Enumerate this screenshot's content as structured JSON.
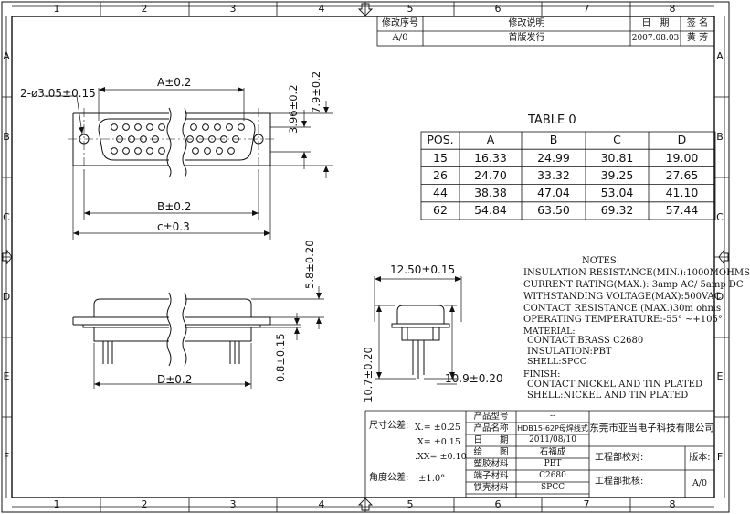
{
  "border": {
    "columns": [
      "1",
      "2",
      "3",
      "4",
      "5",
      "6",
      "7",
      "8"
    ],
    "rows": [
      "A",
      "B",
      "C",
      "D",
      "E",
      "F"
    ]
  },
  "revision": {
    "headers": [
      "修改序号",
      "修改说明",
      "日　期",
      "签 名"
    ],
    "row": [
      "A/0",
      "首版发行",
      "2007.08.03",
      "黄 芳"
    ]
  },
  "dimensions": {
    "holes": "2-ø3.05±0.15",
    "a": "A±0.2",
    "b": "B±0.2",
    "c": "c±0.3",
    "d": "D±0.2",
    "h396": "3.96±0.2",
    "h79": "7.9±0.2",
    "h58": "5.8±0.20",
    "h08": "0.8±0.15",
    "w125": "12.50±0.15",
    "h107": "10.7±0.20",
    "w109": "10.9±0.20"
  },
  "table": {
    "title": "TABLE 0",
    "headers": [
      "POS.",
      "A",
      "B",
      "C",
      "D"
    ],
    "rows": [
      [
        "15",
        "16.33",
        "24.99",
        "30.81",
        "19.00"
      ],
      [
        "26",
        "24.70",
        "33.32",
        "39.25",
        "27.65"
      ],
      [
        "44",
        "38.38",
        "47.04",
        "53.04",
        "41.10"
      ],
      [
        "62",
        "54.84",
        "63.50",
        "69.32",
        "57.44"
      ]
    ]
  },
  "notes": {
    "title": "NOTES:",
    "insulation_resistance": "INSULATION RESISTANCE(MIN.):1000MOHMS",
    "current_rating": "CURRENT RATING(MAX.): 3amp AC/ 5amp DC",
    "withstanding_voltage": "WITHSTANDING VOLTAGE(MAX):500VAC",
    "contact_resistance": "CONTACT RESISTANCE (MAX.)30m ohms",
    "operating_temperature": "OPERATING TEMPERATURE:-55° ~+105°",
    "material_title": "MATERIAL:",
    "material_contact": "CONTACT:BRASS C2680",
    "material_insulation": "INSULATION:PBT",
    "material_shell": "SHELL:SPCC",
    "finish_title": "FINISH:",
    "finish_contact": "CONTACT:NICKEL AND TIN PLATED",
    "finish_shell": "SHELL:NICKEL AND TIN PLATED"
  },
  "title_block": {
    "tolerance_label": "尺寸公差:",
    "tol_x": "X.= ±0.25",
    "tol_xx": ".X= ±0.15",
    "tol_xxx": ".XX= ±0.10",
    "angle_label": "角度公差:",
    "angle_value": "±1.0°",
    "model_label": "产品型号",
    "model_value": "--",
    "name_label": "产品名称",
    "name_value": "HDB15-62P母焊线式",
    "date_label": "日　　期",
    "date_value": "2011/08/10",
    "drawn_label": "绘　　图",
    "drawn_value": "石福成",
    "plastic_label": "塑胶材料",
    "plastic_value": "PBT",
    "terminal_label": "端子材料",
    "terminal_value": "C2680",
    "shell_label": "铁壳材料",
    "shell_value": "SPCC",
    "company": "东莞市亚当电子科技有限公司",
    "check_label": "工程部校对:",
    "approve_label": "工程部批核:",
    "version_label": "版本:",
    "version_value": "A/0"
  }
}
